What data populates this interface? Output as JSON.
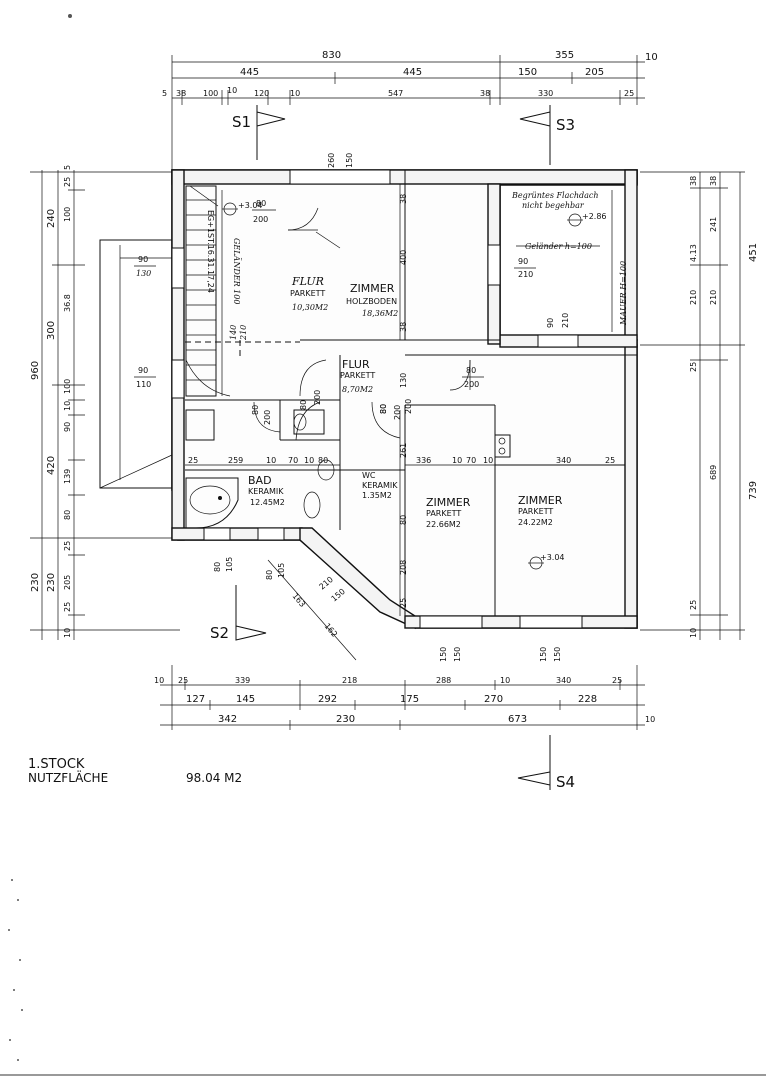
{
  "plan": {
    "floor_title": "1.STOCK",
    "area_label": "NUTZFLÄCHE",
    "area_value": "98.04 M2"
  },
  "sections": {
    "s1": "S1",
    "s2": "S2",
    "s3": "S3",
    "s4": "S4"
  },
  "rooms": {
    "flur_upper": {
      "name": "FLUR",
      "floor": "PARKETT",
      "area": "10,30M2"
    },
    "zimmer_holz": {
      "name": "ZIMMER",
      "floor": "HOLZBODEN",
      "area": "18,36M2"
    },
    "flur_lower": {
      "name": "FLUR",
      "floor": "PARKETT",
      "area": "8,70M2"
    },
    "bad": {
      "name": "BAD",
      "floor": "KERAMIK",
      "area": "12.45M2"
    },
    "wc": {
      "name": "WC",
      "floor": "KERAMIK",
      "area": "1.35M2"
    },
    "zimmer_mid": {
      "name": "ZIMMER",
      "floor": "PARKETT",
      "area": "22.66M2"
    },
    "zimmer_right": {
      "name": "ZIMMER",
      "floor": "PARKETT",
      "area": "24.22M2"
    }
  },
  "annotations": {
    "flachdach_1": "Begrüntes Flachdach",
    "flachdach_2": "nicht begehbar",
    "gelaender": "Geländer h=100",
    "mauer": "MAUER H=100",
    "gelaender_stair": "GELÄNDER 100",
    "stair_label": "EG+1ST.16.31.17,24",
    "level_1": "+3.04",
    "level_2": "+2.86",
    "level_3": "+3.04"
  },
  "dims_top": {
    "row1": [
      "830",
      "355",
      "10"
    ],
    "row2": [
      "445",
      "445",
      "150",
      "205"
    ],
    "row3": [
      "5",
      "38",
      "100",
      "10",
      "120",
      "10",
      "547",
      "38",
      "330",
      "25"
    ]
  },
  "dims_bottom": {
    "row1": [
      "10",
      "25",
      "339",
      "218",
      "288",
      "10",
      "340",
      "25"
    ],
    "row2": [
      "127",
      "145",
      "292",
      "175",
      "270",
      "228"
    ],
    "row3": [
      "342",
      "230",
      "673",
      "10"
    ]
  },
  "dims_left": {
    "outer": [
      "960",
      "230"
    ],
    "mid": [
      "240",
      "300",
      "420",
      "230"
    ],
    "inner": [
      "5",
      "25",
      "100",
      "36.8",
      "100",
      "10",
      "90",
      "139",
      "80",
      "25",
      "205",
      "25",
      "10"
    ]
  },
  "dims_right": {
    "outer": [
      "451",
      "739"
    ],
    "mid": [
      "38",
      "241",
      "210",
      "689"
    ],
    "inner": [
      "38",
      "4.13",
      "210",
      "25",
      "25",
      "10"
    ]
  },
  "openings": {
    "w1": [
      "90",
      "130"
    ],
    "w2": [
      "90",
      "110"
    ],
    "w3": [
      "80",
      "200"
    ],
    "w4": [
      "260",
      "150"
    ],
    "w5": [
      "90",
      "210"
    ],
    "w6": [
      "90",
      "210"
    ],
    "w7": [
      "80",
      "200"
    ],
    "w8": [
      "80",
      "200"
    ],
    "w9": [
      "80",
      "200"
    ],
    "w10": [
      "80",
      "105"
    ],
    "w11": [
      "80",
      "105"
    ],
    "w12": [
      "150",
      "150"
    ],
    "w13": [
      "150",
      "150"
    ],
    "w14": [
      "80",
      "200"
    ],
    "w15": [
      "140",
      "210"
    ]
  },
  "inner_dims": {
    "bad_row": [
      "25",
      "259",
      "10",
      "70",
      "10",
      "80"
    ],
    "mid_row": [
      "336",
      "10",
      "70",
      "10",
      "340",
      "25"
    ],
    "vertical": [
      "261",
      "80",
      "208",
      "25",
      "38",
      "400",
      "38",
      "130",
      "80",
      "200"
    ],
    "diag": [
      "163",
      "210",
      "150",
      "162"
    ]
  }
}
